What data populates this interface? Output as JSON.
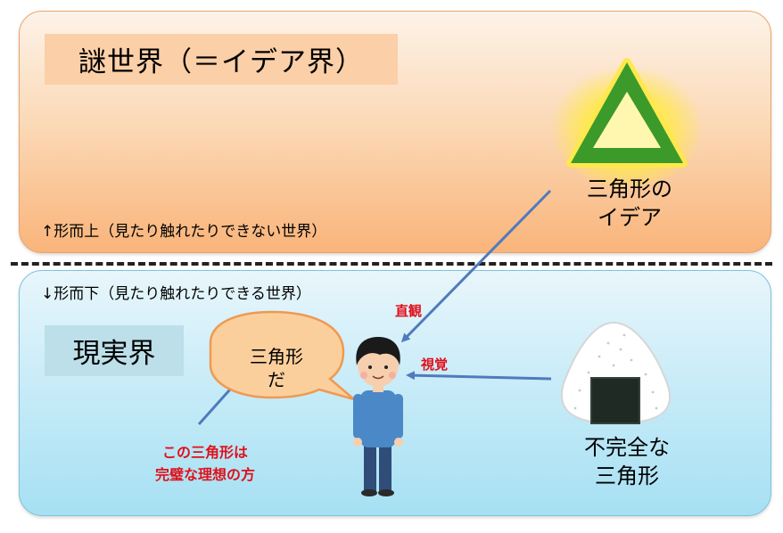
{
  "upper_realm": {
    "title": "謎世界（＝イデア界）",
    "caption": "↑形而上（見たり触れたりできない世界）"
  },
  "lower_realm": {
    "title": "現実界",
    "caption": "↓形而下（見たり触れたりできる世界）"
  },
  "idea_triangle": {
    "caption_line1": "三角形の",
    "caption_line2": "イデア"
  },
  "imperfect_triangle": {
    "caption_line1": "不完全な",
    "caption_line2": "三角形"
  },
  "speech_bubble": {
    "line1": "三角形",
    "line2": "だ"
  },
  "note": {
    "line1": "この三角形は",
    "line2": "完璧な理想の方"
  },
  "arrows": {
    "intuition_label": "直観",
    "vision_label": "視覚"
  },
  "colors": {
    "upper_panel": "#fbd7b3",
    "lower_panel": "#c9ecf8",
    "triangle": "#3b9a2a",
    "arrow": "#4f7bbd",
    "label_red": "#e0101a"
  }
}
